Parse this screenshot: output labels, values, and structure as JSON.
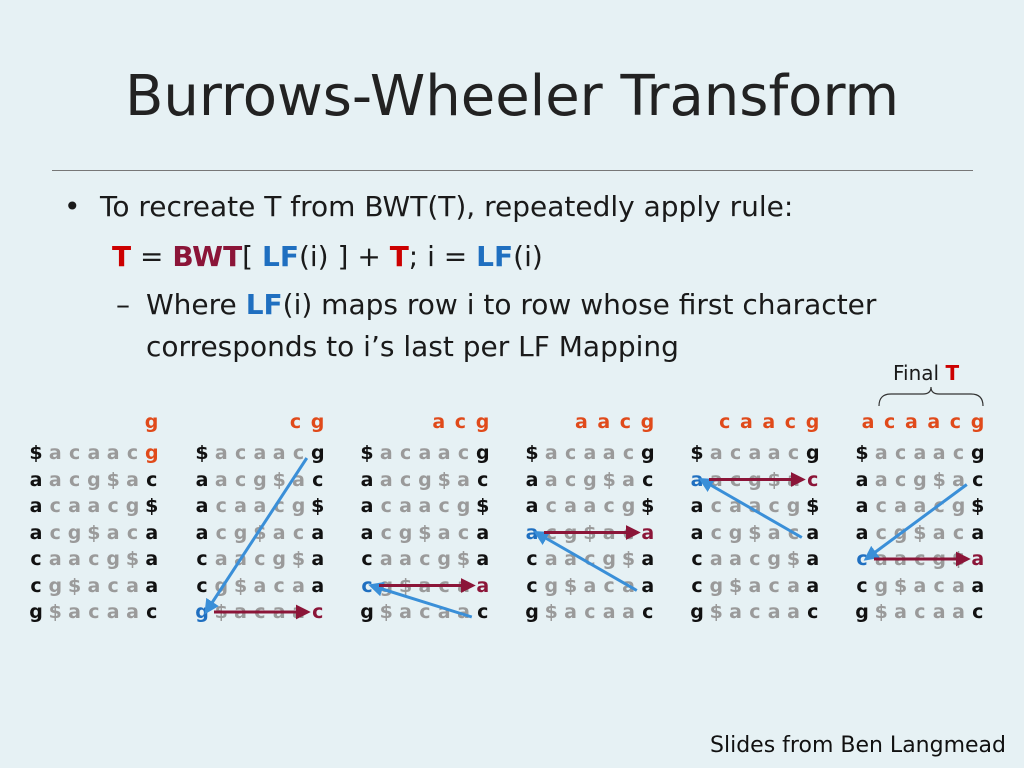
{
  "title": "Burrows-Wheeler Transform",
  "bullet": {
    "marker": "•",
    "text": "To recreate T from BWT(T), repeatedly apply rule:"
  },
  "formula": {
    "t1": "T",
    "eq": " = ",
    "bwt": "BWT",
    "open": "[ ",
    "lf1": "LF",
    "arg1": "(i) ] + ",
    "t2": "T",
    "semi": "; i = ",
    "lf2": "LF",
    "arg2": "(i)"
  },
  "sub_bullet": {
    "marker": "–",
    "where": "Where ",
    "lf": "LF",
    "rest1": "(i) maps row i to row whose first character",
    "rest2": "corresponds to i’s last per LF Mapping"
  },
  "final_label": {
    "text": "Final ",
    "t": "T"
  },
  "colors": {
    "red": "#cc0000",
    "maroon": "#8b1538",
    "blue": "#1f6fc0",
    "orange": "#e04a1a",
    "arrow_red": "#8b1538",
    "arrow_blue": "#3a8fd8"
  },
  "steps": [
    {
      "header": "g",
      "rows": [
        "$acaacg",
        "aacg$ac",
        "acaacg$",
        "acg$aca",
        "caacg$a",
        "cg$acaa",
        "g$acaac"
      ],
      "last_hl": [
        0
      ],
      "last_hl_color": "orange",
      "first_hl": []
    },
    {
      "header": "cg",
      "rows": [
        "$acaacg",
        "aacg$ac",
        "acaacg$",
        "acg$aca",
        "caacg$a",
        "cg$acaa",
        "g$acaac"
      ],
      "last_hl": [
        6
      ],
      "last_hl_color": "red",
      "first_hl": [
        6
      ]
    },
    {
      "header": "acg",
      "rows": [
        "$acaacg",
        "aacg$ac",
        "acaacg$",
        "acg$aca",
        "caacg$a",
        "cg$acaa",
        "g$acaac"
      ],
      "last_hl": [
        5
      ],
      "last_hl_color": "red",
      "first_hl": [
        5
      ]
    },
    {
      "header": "aacg",
      "rows": [
        "$acaacg",
        "aacg$ac",
        "acaacg$",
        "acg$aca",
        "caacg$a",
        "cg$acaa",
        "g$acaac"
      ],
      "last_hl": [
        3
      ],
      "last_hl_color": "red",
      "first_hl": [
        3
      ]
    },
    {
      "header": "caacg",
      "rows": [
        "$acaacg",
        "aacg$ac",
        "acaacg$",
        "acg$aca",
        "caacg$a",
        "cg$acaa",
        "g$acaac"
      ],
      "last_hl": [
        1
      ],
      "last_hl_color": "red",
      "first_hl": [
        1
      ]
    },
    {
      "header": "acaacg",
      "rows": [
        "$acaacg",
        "aacg$ac",
        "acaacg$",
        "acg$aca",
        "caacg$a",
        "cg$acaa",
        "g$acaac"
      ],
      "last_hl": [
        4
      ],
      "last_hl_color": "red",
      "first_hl": [
        4
      ]
    }
  ],
  "arrows": [
    {
      "panel": 1,
      "kind": "blue",
      "from_row": 0,
      "to_row": 6
    },
    {
      "panel": 1,
      "kind": "red",
      "row": 6
    },
    {
      "panel": 2,
      "kind": "blue",
      "from_row": 6,
      "to_row": 5
    },
    {
      "panel": 2,
      "kind": "red",
      "row": 5
    },
    {
      "panel": 3,
      "kind": "blue",
      "from_row": 5,
      "to_row": 3
    },
    {
      "panel": 3,
      "kind": "red",
      "row": 3
    },
    {
      "panel": 4,
      "kind": "blue",
      "from_row": 3,
      "to_row": 1
    },
    {
      "panel": 4,
      "kind": "red",
      "row": 1
    },
    {
      "panel": 5,
      "kind": "blue",
      "from_row": 1,
      "to_row": 4
    },
    {
      "panel": 5,
      "kind": "red",
      "row": 4
    }
  ],
  "footer": "Slides from Ben Langmead"
}
